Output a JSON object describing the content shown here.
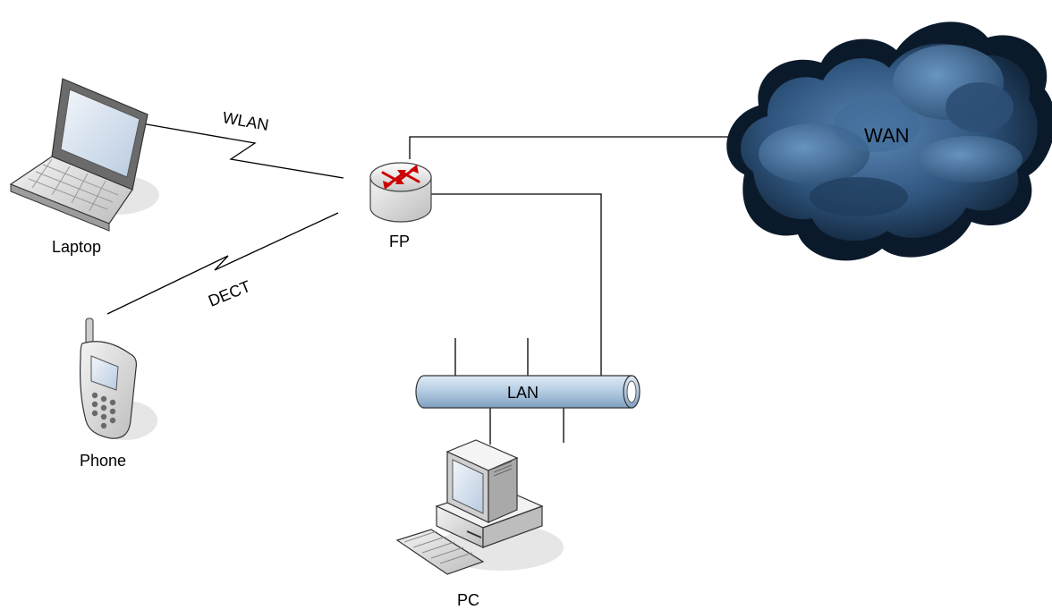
{
  "diagram": {
    "nodes": {
      "laptop": "Laptop",
      "phone": "Phone",
      "router": "FP",
      "pc": "PC",
      "cloud": "WAN",
      "bus": "LAN"
    },
    "links": {
      "wireless_laptop": "WLAN",
      "wireless_phone": "DECT"
    }
  },
  "colors": {
    "line": "#000000",
    "cloud_dark": "#0b1a2b",
    "cloud_light": "#5b86b4",
    "bus_fill": "#b9d0e6",
    "router_arrows": "#cc0000"
  }
}
